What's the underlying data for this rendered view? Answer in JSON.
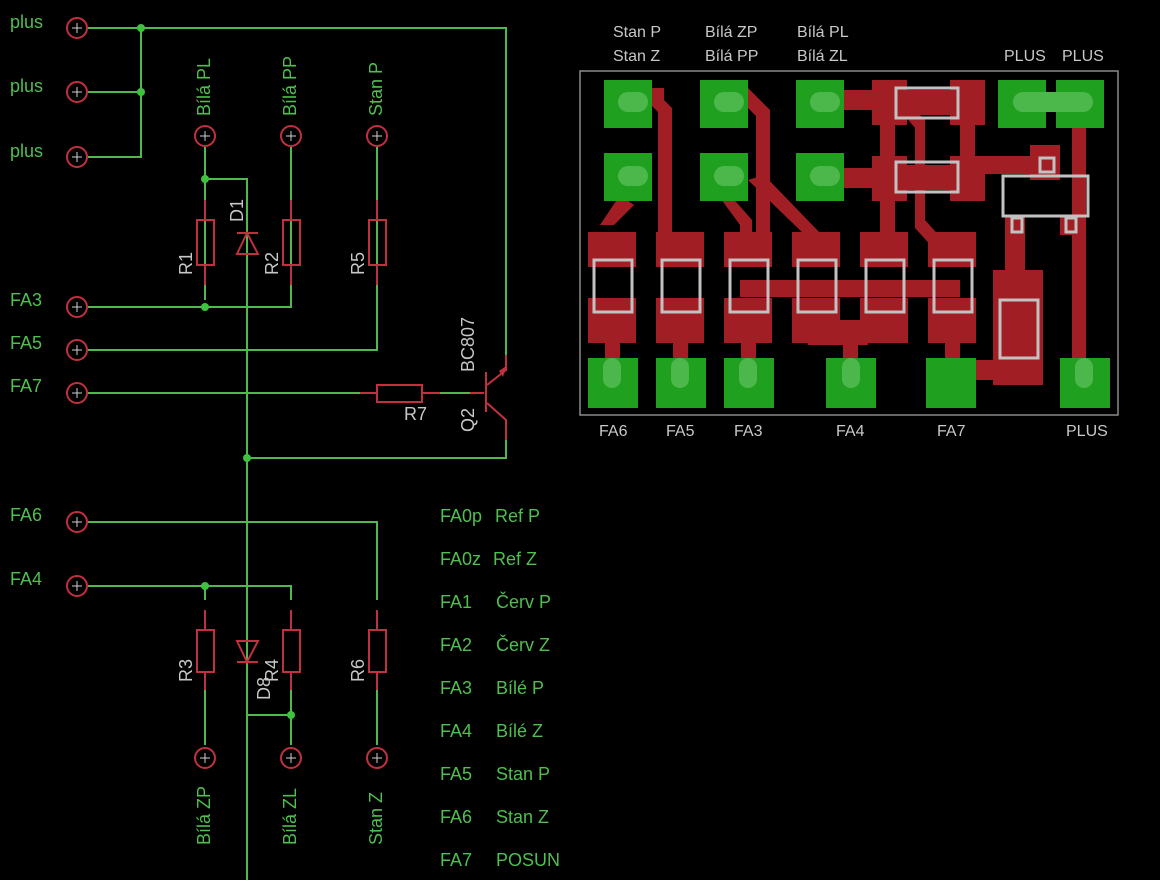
{
  "schematic": {
    "connectors_left": [
      {
        "id": "plus1",
        "label": "plus"
      },
      {
        "id": "plus2",
        "label": "plus"
      },
      {
        "id": "plus3",
        "label": "plus"
      },
      {
        "id": "fa3",
        "label": "FA3"
      },
      {
        "id": "fa5",
        "label": "FA5"
      },
      {
        "id": "fa7",
        "label": "FA7"
      },
      {
        "id": "fa6",
        "label": "FA6"
      },
      {
        "id": "fa4",
        "label": "FA4"
      }
    ],
    "connectors_top": [
      {
        "id": "bila-pl",
        "label": "Bílá PL"
      },
      {
        "id": "bila-pp",
        "label": "Bílá PP"
      },
      {
        "id": "stan-p",
        "label": "Stan P"
      }
    ],
    "connectors_bottom": [
      {
        "id": "bila-zp",
        "label": "Bílá ZP"
      },
      {
        "id": "bila-zl",
        "label": "Bílá ZL"
      },
      {
        "id": "stan-z",
        "label": "Stan Z"
      }
    ],
    "parts": {
      "r1": "R1",
      "r2": "R2",
      "r3": "R3",
      "r4": "R4",
      "r5": "R5",
      "r6": "R6",
      "r7": "R7",
      "d1": "D1",
      "d8": "D8",
      "q2": "Q2",
      "q2_value": "BC807"
    }
  },
  "legend": [
    {
      "code": "FA0p",
      "desc": "Ref P"
    },
    {
      "code": "FA0z",
      "desc": "Ref Z"
    },
    {
      "code": "FA1",
      "desc": "Červ P"
    },
    {
      "code": "FA2",
      "desc": "Červ Z"
    },
    {
      "code": "FA3",
      "desc": "Bílé P"
    },
    {
      "code": "FA4",
      "desc": "Bílé Z"
    },
    {
      "code": "FA5",
      "desc": "Stan P"
    },
    {
      "code": "FA6",
      "desc": "Stan Z"
    },
    {
      "code": "FA7",
      "desc": "POSUN"
    }
  ],
  "pcb": {
    "top_labels": [
      {
        "line1": "Stan P",
        "line2": "Stan Z"
      },
      {
        "line1": "Bílá ZP",
        "line2": "Bílá PP"
      },
      {
        "line1": "Bílá PL",
        "line2": "Bílá ZL"
      }
    ],
    "plus_labels_top": [
      "PLUS",
      "PLUS"
    ],
    "bottom_labels": [
      "FA6",
      "FA5",
      "FA3",
      "FA4",
      "FA7",
      "PLUS"
    ]
  },
  "colors": {
    "background": "#000000",
    "wire": "#4fb84f",
    "component": "#c0303f",
    "pad": "#1fa01f",
    "copper": "#a11f24",
    "silkscreen": "#c2c2c2"
  }
}
